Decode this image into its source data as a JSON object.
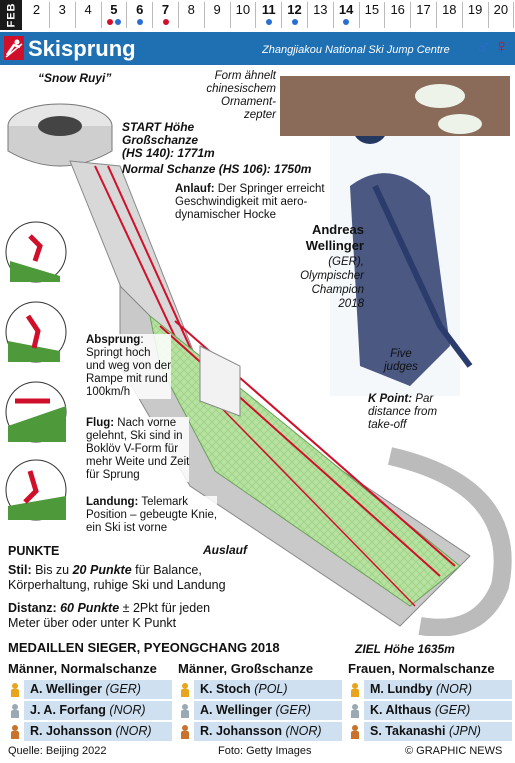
{
  "calendar": {
    "month": "FEB",
    "days": [
      "2",
      "3",
      "4",
      "5",
      "6",
      "7",
      "8",
      "9",
      "10",
      "11",
      "12",
      "13",
      "14",
      "15",
      "16",
      "17",
      "18",
      "19",
      "20"
    ],
    "bold_days": [
      "5",
      "6",
      "7",
      "11",
      "12",
      "14"
    ]
  },
  "header": {
    "title": "Skisprung",
    "venue": "Zhangjiakou National Ski Jump Centre"
  },
  "callouts": {
    "snow_ruyi": "“Snow Ruyi”",
    "ornament": [
      "Form ähnelt",
      "chinesischem Ornament-",
      "zepter"
    ],
    "start_title": [
      "START Höhe",
      "Großschanze"
    ],
    "start_hs140": "(HS 140): 1771m",
    "start_hs106": "Normal Schanze (HS 106): 1750m",
    "anlauf_label": "Anlauf:",
    "anlauf_text": [
      " Der Springer erreicht",
      "Geschwindigkeit mit aero-",
      "dynamischer Hocke"
    ],
    "athlete_name": [
      "Andreas",
      "Wellinger"
    ],
    "athlete_info": [
      "(GER),",
      "Olympischer",
      "Champion",
      "2018"
    ],
    "absprung_label": "Absprung",
    "absprung_text": [
      ":",
      "Springt hoch",
      "und weg von der",
      "Rampe mit rund",
      "100km/h"
    ],
    "five_judges": [
      "Five",
      "judges"
    ],
    "k_point_label": "K Point:",
    "k_point_text": [
      " Par",
      "distance from",
      "take-off"
    ],
    "flug_label": "Flug:",
    "flug_text": [
      " Nach vorne",
      "gelehnt, Ski sind in",
      "Boklöv V-Form für",
      "mehr Weite und Zeit",
      "für Sprung"
    ],
    "landung_label": "Landung:",
    "landung_text": [
      " Telemark",
      "Position – gebeugte Knie,",
      "ein Ski ist vorne"
    ],
    "auslauf": "Auslauf",
    "ziel": "ZIEL Höhe 1635m"
  },
  "scoring": {
    "heading": "PUNKTE",
    "stil_label": "Stil:",
    "stil_pre": " Bis zu ",
    "stil_points": "20 Punkte",
    "stil_post": " für Balance,",
    "stil_line2": "Körperhaltung, ruhige Ski und Landung",
    "distanz_label": "Distanz:",
    "distanz_points": " 60 Punkte",
    "distanz_post": " ± 2Pkt für jeden",
    "distanz_line2": "Meter über oder unter K Punkt"
  },
  "medals": {
    "heading": "MEDAILLEN SIEGER, PYEONGCHANG 2018",
    "colors": {
      "gold": "#e8a41c",
      "silver": "#9aa9b3",
      "bronze": "#c8722c",
      "row_bg": "#cfe0f0"
    },
    "tables": [
      {
        "title": "Männer, Normalschanze",
        "rows": [
          {
            "name": "A. Wellinger",
            "country": "(GER)"
          },
          {
            "name": "J. A. Forfang",
            "country": "(NOR)"
          },
          {
            "name": "R. Johansson",
            "country": "(NOR)"
          }
        ]
      },
      {
        "title": "Männer, Großschanze",
        "rows": [
          {
            "name": "K. Stoch",
            "country": "(POL)"
          },
          {
            "name": "A. Wellinger",
            "country": "(GER)"
          },
          {
            "name": "R. Johansson",
            "country": "(NOR)"
          }
        ]
      },
      {
        "title": "Frauen, Normalschanze",
        "rows": [
          {
            "name": "M. Lundby",
            "country": "(NOR)"
          },
          {
            "name": "K. Althaus",
            "country": "(GER)"
          },
          {
            "name": "S. Takanashi",
            "country": "(JPN)"
          }
        ]
      }
    ]
  },
  "footer": {
    "source": "Quelle: Beijing 2022",
    "photo": "Foto: Getty Images",
    "credit": "© GRAPHIC NEWS"
  },
  "icons": [
    "male-icon",
    "female-icon",
    "ski-jump-pictogram-icon"
  ]
}
